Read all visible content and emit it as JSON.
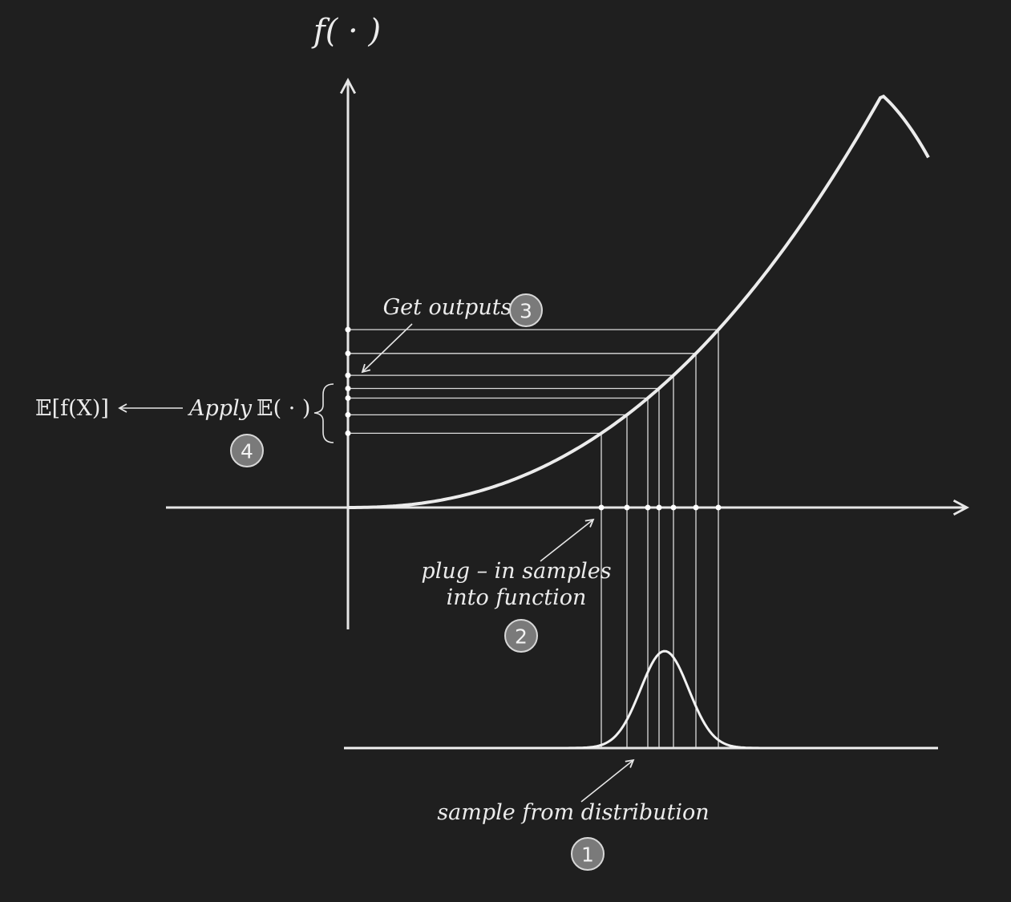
{
  "y_axis_label": "f( · )",
  "steps": [
    {
      "number": "1",
      "text": "sample from distribution"
    },
    {
      "number": "2",
      "text_line1": "plug – in samples",
      "text_line2": "into function"
    },
    {
      "number": "3",
      "text": "Get outputs"
    },
    {
      "number": "4",
      "apply_text": "Apply",
      "apply_operator": "𝔼( · )",
      "result": "𝔼[f(X)]"
    }
  ],
  "sample_count": 7
}
